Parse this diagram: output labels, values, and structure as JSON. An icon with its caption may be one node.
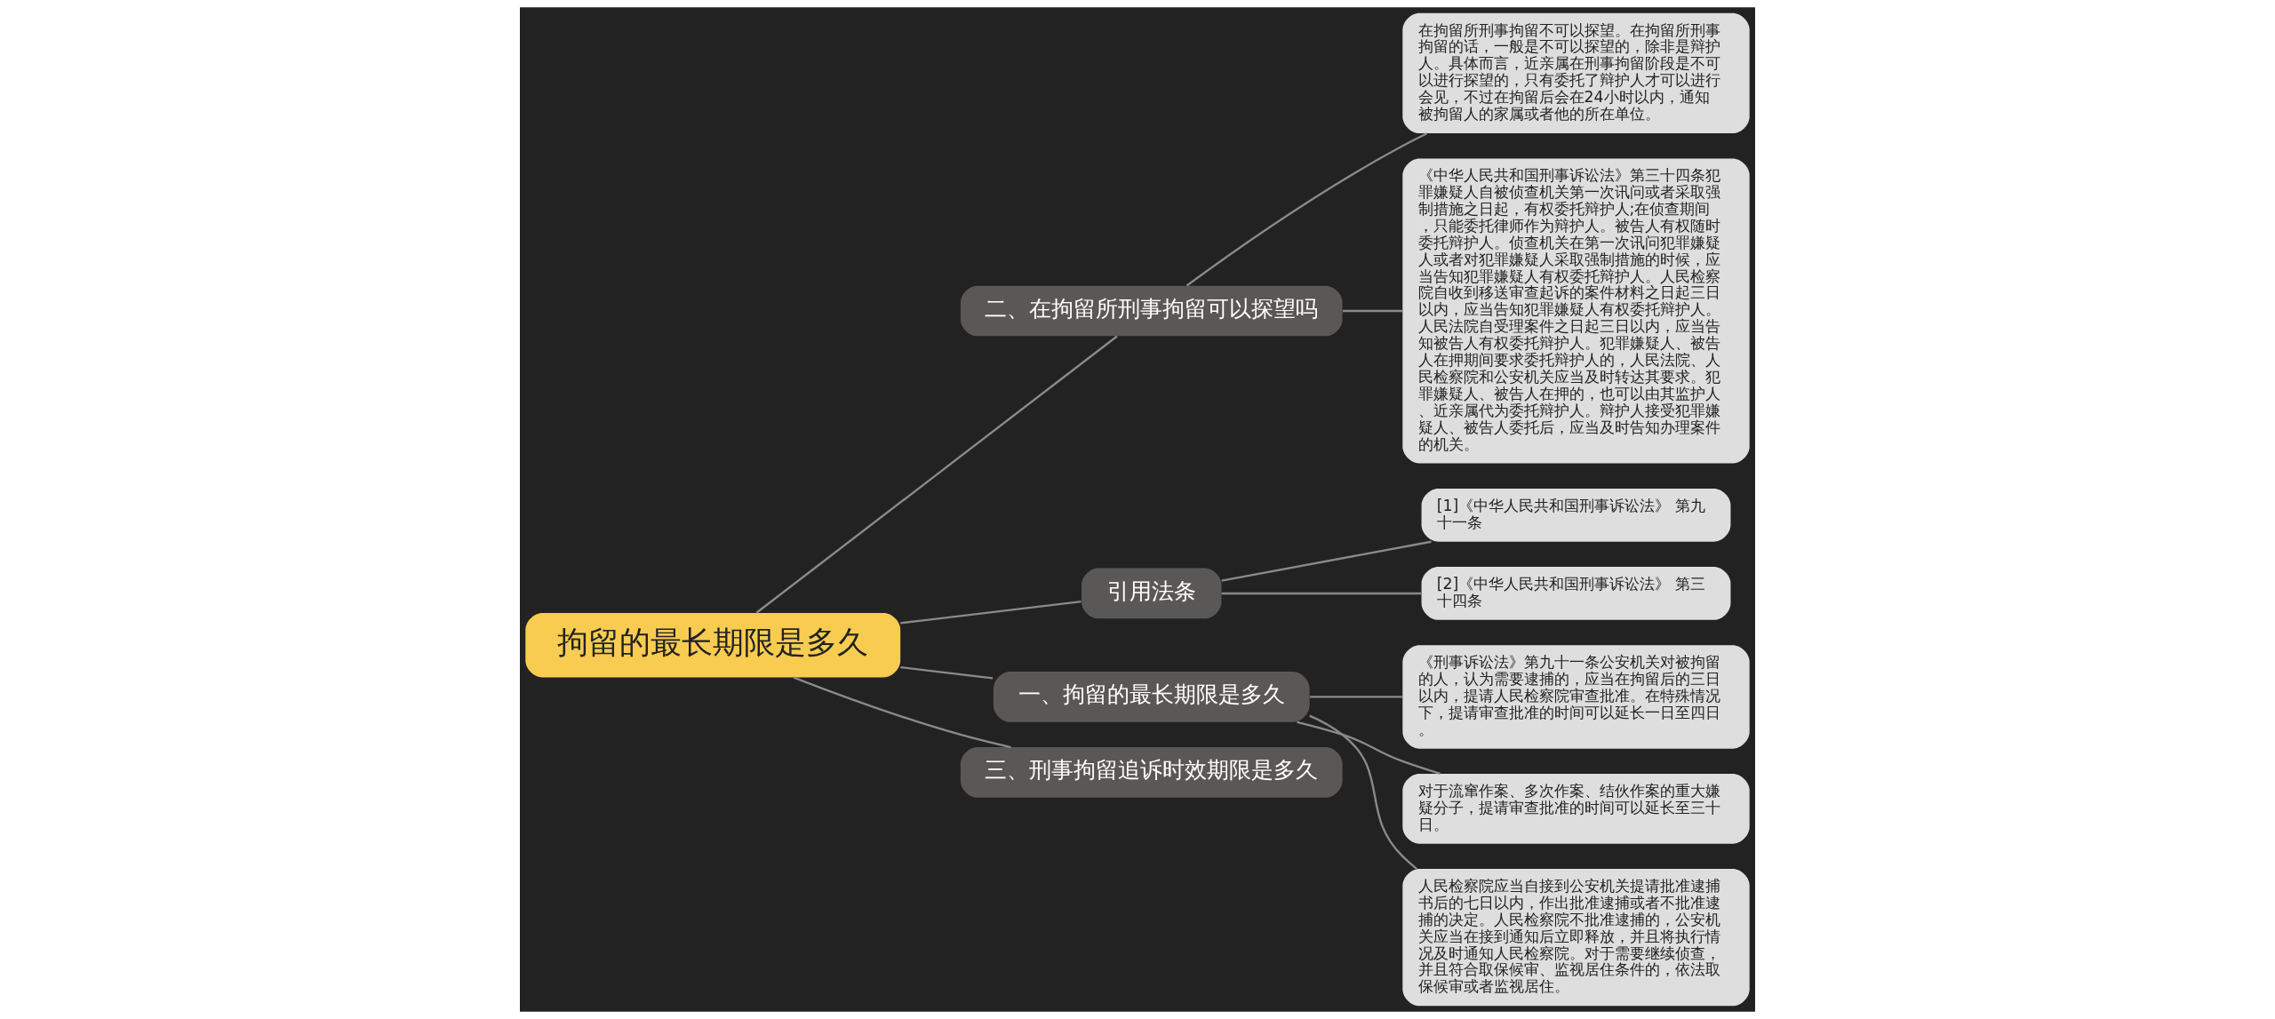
{
  "diagram": {
    "nodes": [
      {
        "text": [
          "拘留的最长期限是多久"
        ]
      },
      {
        "text": [
          "二、在拘留所刑事拘留可以探望吗"
        ]
      },
      {
        "text": [
          "在拘留所刑事拘留不可以探望。在拘留所刑事拘留的话，一般是不可以探望的，除非是辩护人。具体而言，近亲属在刑事拘留阶段是不可以进行探望的，只有委托了辩护人才可以进行会见，不过在拘留后会在24小时以内，通知被拘留人的家属或者他的所在单位。"
        ]
      },
      {
        "text": [
          "《中华人民共和国刑事诉讼法》第三十四条犯罪嫌疑人自被侦查机关第一次讯问或者采取强制措施之日起，有权委托辩护人;在侦查期间，只能委托律师作为辩护人。被告人有权随时委托辩护人。侦查机关在第一次讯问犯罪嫌疑人或者对犯罪嫌疑人采取强制措施的时候，应当告知犯罪嫌疑人有权委托辩护人。人民检察院自收到移送审查起诉的案件材料之日起三日以内，应当告知犯罪嫌疑人有权委托辩护人。人民法院自受理案件之日起三日以内，应当告知被告人有权委托辩护人。犯罪嫌疑人、被告人在押期间要求委托辩护人的，人民法院、人民检察院和公安机关应当及时转达其要求。犯罪嫌疑人、被告人在押的，也可以由其监护人、近亲属代为委托辩护人。辩护人接受犯罪嫌疑人、被告人委托后，应当及时告知办理案件的机关。"
        ]
      },
      {
        "text": [
          "引用法条"
        ]
      },
      {
        "text": [
          "[1]《中华人民共和国刑事诉讼法》 第九十一条"
        ]
      },
      {
        "text": [
          "[2]《中华人民共和国刑事诉讼法》 第三十四条"
        ]
      },
      {
        "text": [
          "一、拘留的最长期限是多久"
        ]
      },
      {
        "text": [
          "《刑事诉讼法》第九十一条公安机关对被拘留的人，认为需要逮捕的，应当在拘留后的三日以内，提请人民检察院审查批准。在特殊情况下，提请审查批准的时间可以延长一日至四日。"
        ]
      },
      {
        "text": [
          "对于流窜作案、多次作案、结伙作案的重大嫌疑分子，提请审查批准的时间可以延长至三十日。"
        ]
      },
      {
        "text": [
          "人民检察院应当自接到公安机关提请批准逮捕书后的七日以内，作出批准逮捕或者不批准逮捕的决定。人民检察院不批准逮捕的，公安机关应当在接到通知后立即释放，并且将执行情况及时通知人民检察院。对于需要继续侦查，并且符合取保候审、监视居住条件的，依法取保候审或者监视居住。"
        ]
      },
      {
        "text": [
          "三、刑事拘留追诉时效期限是多久"
        ]
      }
    ],
    "edges": [
      {
        "from": 0,
        "to": 1,
        "arrow": "none"
      },
      {
        "from": 1,
        "to": 2,
        "arrow": "none"
      },
      {
        "from": 1,
        "to": 3,
        "arrow": "none"
      },
      {
        "from": 0,
        "to": 4,
        "arrow": "none"
      },
      {
        "from": 4,
        "to": 5,
        "arrow": "none"
      },
      {
        "from": 4,
        "to": 6,
        "arrow": "none"
      },
      {
        "from": 0,
        "to": 7,
        "arrow": "none"
      },
      {
        "from": 7,
        "to": 8,
        "arrow": "none"
      },
      {
        "from": 7,
        "to": 9,
        "arrow": "none"
      },
      {
        "from": 7,
        "to": 10,
        "arrow": "none"
      },
      {
        "from": 0,
        "to": 11,
        "arrow": "none"
      }
    ]
  }
}
